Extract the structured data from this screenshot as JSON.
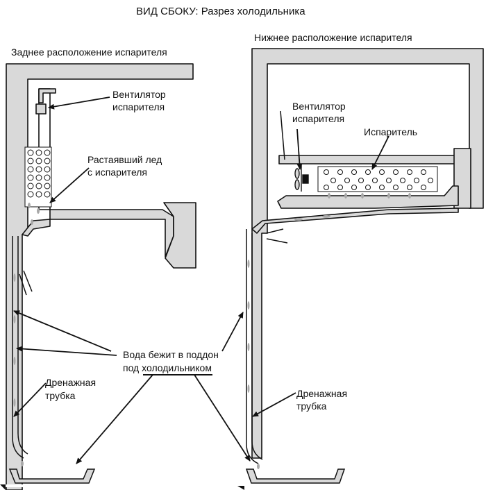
{
  "title": "ВИД СБОКУ: Разрез холодильника",
  "left": {
    "heading": "Заднее расположение испарителя",
    "fan_label": [
      "Вентилятор",
      "испарителя"
    ],
    "ice_label": [
      "Растаявший лед",
      "с испарителя"
    ],
    "drain_label": [
      "Дренажная",
      "трубка"
    ]
  },
  "right": {
    "heading": "Нижнее расположение испарителя",
    "fan_label": [
      "Вентилятор",
      "испарителя"
    ],
    "evaporator_label": "Испаритель",
    "drain_label": [
      "Дренажная",
      "трубка"
    ]
  },
  "center_label": [
    "Вода бежит в поддон",
    "под холодильником"
  ],
  "colors": {
    "panel_fill": "#d9d9d9",
    "stroke": "#111111",
    "water": "#a8a8a8"
  }
}
